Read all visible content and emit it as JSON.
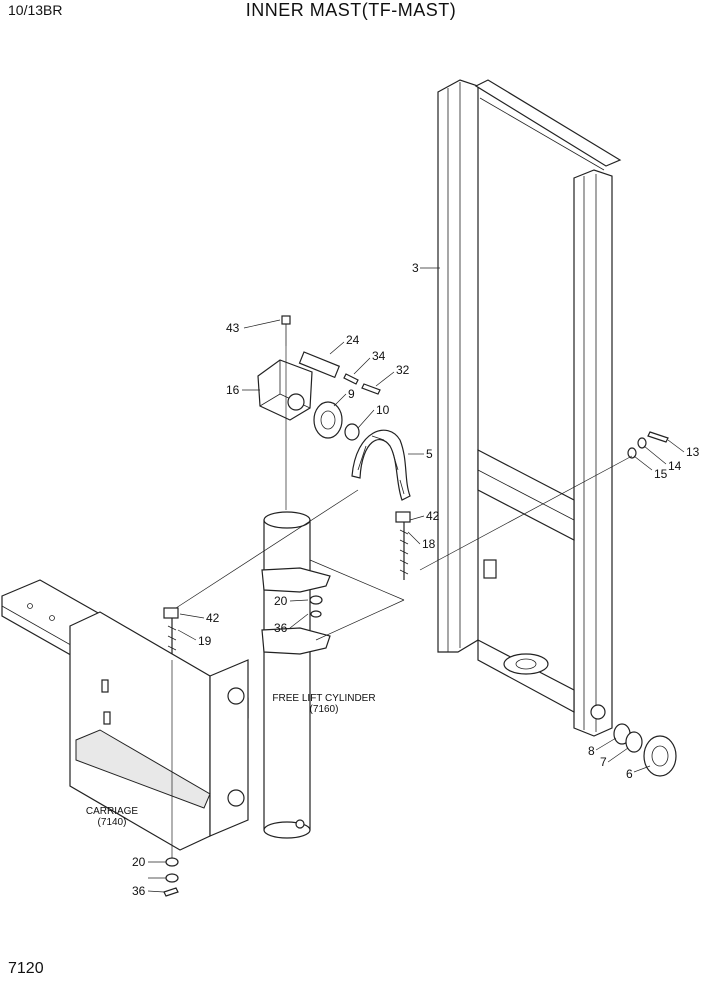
{
  "header": {
    "model": "10/13BR",
    "title": "INNER MAST(TF-MAST)"
  },
  "page_number": "7120",
  "callouts": {
    "c3": "3",
    "c43": "43",
    "c24": "24",
    "c34": "34",
    "c32": "32",
    "c16": "16",
    "c9": "9",
    "c10": "10",
    "c5": "5",
    "c13": "13",
    "c14": "14",
    "c15": "15",
    "c42a": "42",
    "c18": "18",
    "c20a": "20",
    "c36a": "36",
    "c42b": "42",
    "c19": "19",
    "c8": "8",
    "c7": "7",
    "c6": "6",
    "c20b": "20",
    "c36b": "36"
  },
  "captions": {
    "free_lift_cylinder": "FREE LIFT CYLINDER",
    "free_lift_cylinder_ref": "(7160)",
    "carriage": "CARRIAGE",
    "carriage_ref": "(7140)"
  }
}
